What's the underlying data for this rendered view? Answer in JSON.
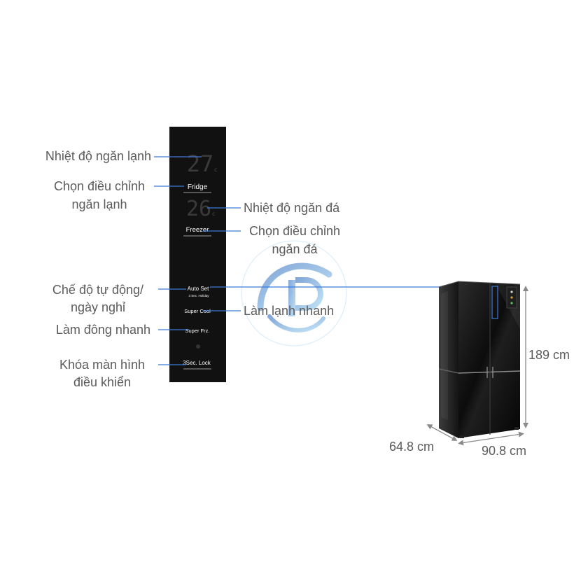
{
  "control_panel": {
    "fridge_display": {
      "digits": "27",
      "unit": "c"
    },
    "freezer_display": {
      "digits": "26",
      "unit": "c"
    },
    "fridge_button": "Fridge",
    "freezer_button": "Freezer",
    "auto_set_button": "Auto Set",
    "auto_set_hint": "3 Sec. Holiday",
    "super_cool_button": "Super Cool",
    "super_frz_button": "Super Frz.",
    "lock_button": "3Sec. Lock",
    "lock_icon": "lock-icon"
  },
  "callouts": {
    "fridge_temperature": [
      "Nhiệt độ ngăn lạnh"
    ],
    "fridge_select": [
      "Chọn điều chỉnh",
      "ngăn lạnh"
    ],
    "freezer_temperature": [
      "Nhiệt độ ngăn đá"
    ],
    "freezer_select": [
      "Chọn điều chỉnh",
      "ngăn đá"
    ],
    "auto_holiday_mode": [
      "Chế độ tự động/",
      "ngày nghỉ"
    ],
    "super_cool": [
      "Làm lạnh nhanh"
    ],
    "super_freeze": [
      "Làm đông nhanh"
    ],
    "panel_lock": [
      "Khóa màn hình",
      "điều khiển"
    ]
  },
  "dimensions": {
    "height": "189 cm",
    "width": "90.8 cm",
    "depth": "64.8 cm"
  },
  "watermark": {
    "icon": "gp-logo-icon"
  },
  "colors": {
    "label_text": "#5b5b5b",
    "leader_line": "#3c7ad6",
    "panel_background": "#111111",
    "panel_text": "#ffffff",
    "dimension_line": "#8a8a8a",
    "fridge_glass": "#0d0d0d"
  }
}
